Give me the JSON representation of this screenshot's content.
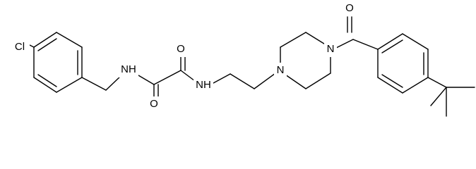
{
  "molecule": {
    "atom_labels": {
      "cl": "Cl",
      "nh_amide_left": "NH",
      "nh_amide_right": "NH",
      "o_upper": "O",
      "o_lower": "O",
      "n_piperazine_left": "N",
      "n_piperazine_right": "N",
      "o_carbonyl": "O"
    },
    "colors": {
      "bond": "#000000",
      "label": "#000000",
      "background": "#ffffff"
    }
  }
}
